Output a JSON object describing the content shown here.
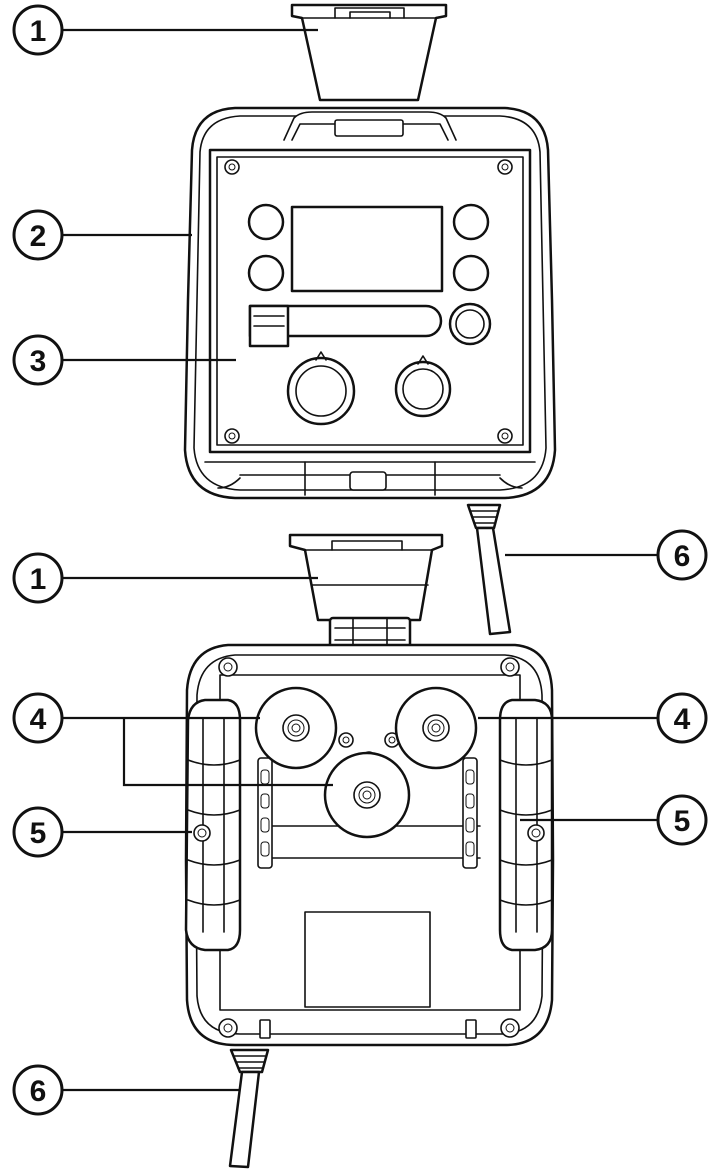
{
  "callouts": [
    {
      "id": "c1a",
      "label": "1"
    },
    {
      "id": "c2",
      "label": "2"
    },
    {
      "id": "c3",
      "label": "3"
    },
    {
      "id": "c1b",
      "label": "1"
    },
    {
      "id": "c4a",
      "label": "4"
    },
    {
      "id": "c4b",
      "label": "4"
    },
    {
      "id": "c5a",
      "label": "5"
    },
    {
      "id": "c5b",
      "label": "5"
    },
    {
      "id": "c6a",
      "label": "6"
    },
    {
      "id": "c6b",
      "label": "6"
    }
  ]
}
